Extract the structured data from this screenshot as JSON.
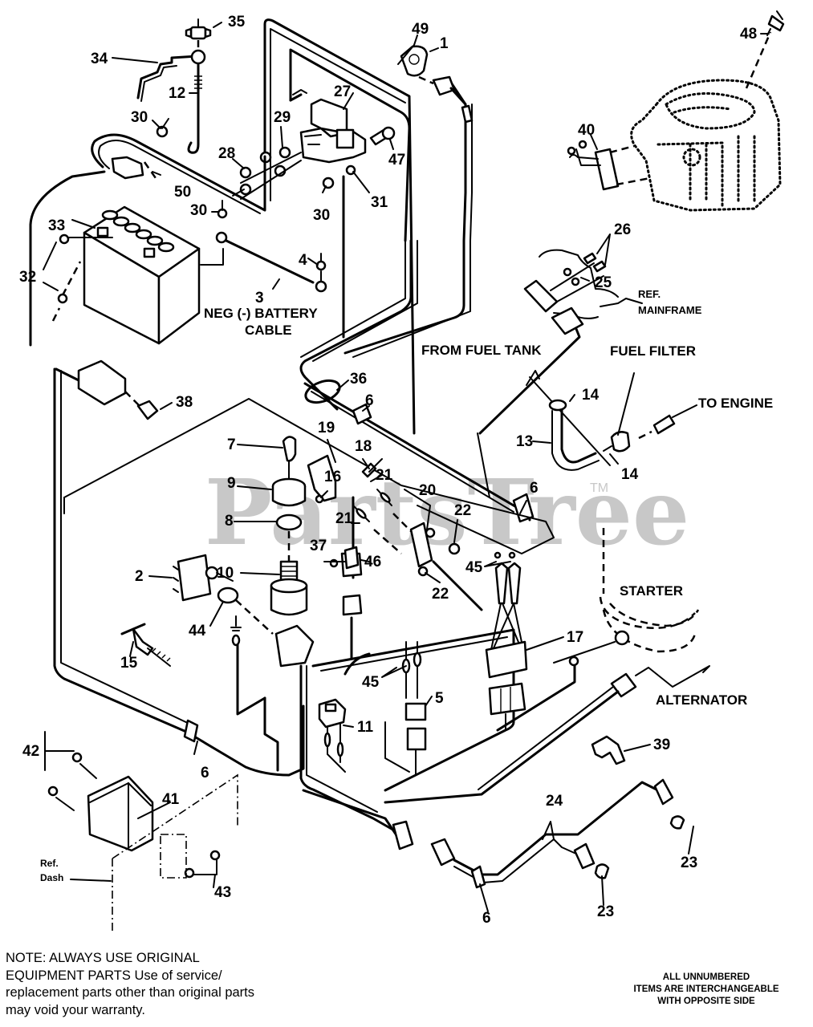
{
  "diagram": {
    "title": "Electrical / wiring harness parts diagram",
    "watermark": "PartsTree",
    "watermark_tm": "TM",
    "labels": {
      "neg_battery_cable_line1": "NEG (-) BATTERY",
      "neg_battery_cable_line2": "CABLE",
      "from_fuel_tank": "FROM FUEL TANK",
      "fuel_filter": "FUEL FILTER",
      "to_engine": "TO ENGINE",
      "ref_mainframe_line1": "REF.",
      "ref_mainframe_line2": "MAINFRAME",
      "starter": "STARTER",
      "alternator": "ALTERNATOR",
      "ref_dash_line1": "Ref.",
      "ref_dash_line2": "Dash"
    },
    "callouts": [
      {
        "id": "c35",
        "text": "35"
      },
      {
        "id": "c34",
        "text": "34"
      },
      {
        "id": "c12",
        "text": "12"
      },
      {
        "id": "c49",
        "text": "49"
      },
      {
        "id": "c1",
        "text": "1"
      },
      {
        "id": "c48",
        "text": "48"
      },
      {
        "id": "c27",
        "text": "27"
      },
      {
        "id": "c30a",
        "text": "30"
      },
      {
        "id": "c29",
        "text": "29"
      },
      {
        "id": "c28",
        "text": "28"
      },
      {
        "id": "c47",
        "text": "47"
      },
      {
        "id": "c40",
        "text": "40"
      },
      {
        "id": "c50",
        "text": "50"
      },
      {
        "id": "c30b",
        "text": "30"
      },
      {
        "id": "c30c",
        "text": "30"
      },
      {
        "id": "c31",
        "text": "31"
      },
      {
        "id": "c33",
        "text": "33"
      },
      {
        "id": "c4",
        "text": "4"
      },
      {
        "id": "c32",
        "text": "32"
      },
      {
        "id": "c3",
        "text": "3"
      },
      {
        "id": "c26",
        "text": "26"
      },
      {
        "id": "c25",
        "text": "25"
      },
      {
        "id": "c36",
        "text": "36"
      },
      {
        "id": "c38",
        "text": "38"
      },
      {
        "id": "c6a",
        "text": "6"
      },
      {
        "id": "c14a",
        "text": "14"
      },
      {
        "id": "c13",
        "text": "13"
      },
      {
        "id": "c14b",
        "text": "14"
      },
      {
        "id": "c7",
        "text": "7"
      },
      {
        "id": "c19",
        "text": "19"
      },
      {
        "id": "c18",
        "text": "18"
      },
      {
        "id": "c16",
        "text": "16"
      },
      {
        "id": "c21a",
        "text": "21"
      },
      {
        "id": "c9",
        "text": "9"
      },
      {
        "id": "c20",
        "text": "20"
      },
      {
        "id": "c6b",
        "text": "6"
      },
      {
        "id": "c8",
        "text": "8"
      },
      {
        "id": "c21b",
        "text": "21"
      },
      {
        "id": "c22a",
        "text": "22"
      },
      {
        "id": "c37",
        "text": "37"
      },
      {
        "id": "c46",
        "text": "46"
      },
      {
        "id": "c45a",
        "text": "45"
      },
      {
        "id": "c22b",
        "text": "22"
      },
      {
        "id": "c2",
        "text": "2"
      },
      {
        "id": "c10",
        "text": "10"
      },
      {
        "id": "c44",
        "text": "44"
      },
      {
        "id": "c15",
        "text": "15"
      },
      {
        "id": "c17",
        "text": "17"
      },
      {
        "id": "c45b",
        "text": "45"
      },
      {
        "id": "c5",
        "text": "5"
      },
      {
        "id": "c11",
        "text": "11"
      },
      {
        "id": "c39",
        "text": "39"
      },
      {
        "id": "c42",
        "text": "42"
      },
      {
        "id": "c41",
        "text": "41"
      },
      {
        "id": "c6c",
        "text": "6"
      },
      {
        "id": "c24",
        "text": "24"
      },
      {
        "id": "c23a",
        "text": "23"
      },
      {
        "id": "c43",
        "text": "43"
      },
      {
        "id": "c6d",
        "text": "6"
      },
      {
        "id": "c23b",
        "text": "23"
      }
    ]
  },
  "footer": {
    "note_lead": "NOTE: ALWAYS USE ORIGINAL EQUIPMENT PARTS",
    "note_body": " Use of service/ replacement parts other than original parts may void your warranty.",
    "side_note_line1": "ALL UNNUMBERED",
    "side_note_line2": "ITEMS ARE INTERCHANGEABLE",
    "side_note_line3": "WITH OPPOSITE SIDE"
  }
}
